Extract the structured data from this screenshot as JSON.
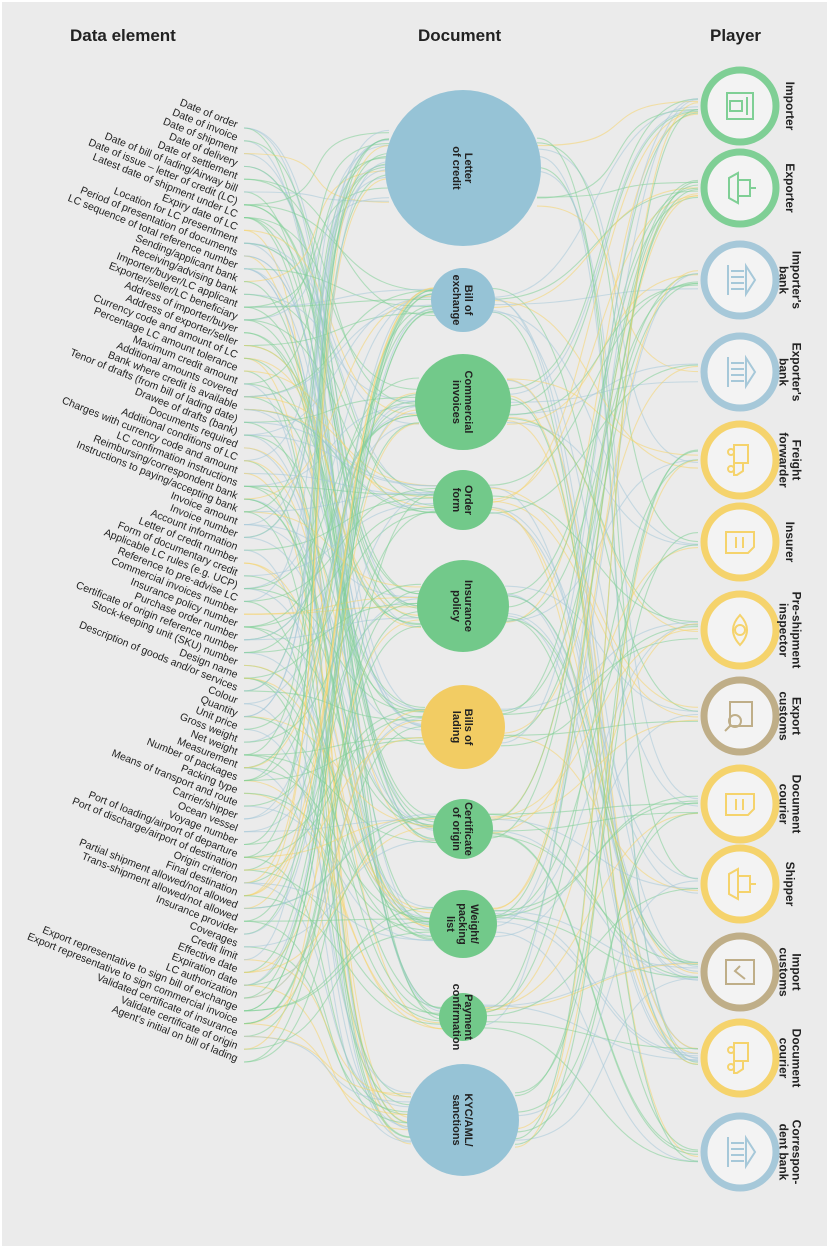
{
  "headers": {
    "data_element": "Data element",
    "document": "Document",
    "player": "Player"
  },
  "colors": {
    "blue": "#a6c8d9",
    "green": "#7fcf95",
    "yellow": "#f5d36c",
    "tan": "#bfae88",
    "node_blue": "#96c3d6",
    "node_green": "#72c98a",
    "node_yellow": "#f2cc63"
  },
  "data_elements": [
    "Date of order",
    "Date of invoice",
    "Date of shipment",
    "Date of delivery",
    "Date of settlement",
    "Date of bill of lading/Airway bill",
    "Date of issue – letter of credit (LC)",
    "Latest date of shipment under LC",
    "Expiry date of LC",
    "Location for LC presentment",
    "Period of presentation of documents",
    "LC sequence of total reference number",
    "Sending/applicant bank",
    "Receiving/advising bank",
    "Importer/buyer/LC applicant",
    "Exporter/seller/LC beneficiary",
    "Address of importer/buyer",
    "Address of exporter/seller",
    "Currency code and amount of LC",
    "Percentage LC amount tolerance",
    "Maximum credit amount",
    "Additional amounts covered",
    "Bank where credit is available",
    "Tenor of drafts (from bill of lading date)",
    "Drawee of drafts (bank)",
    "Documents required",
    "Additional conditions of LC",
    "Charges with currency code and amount",
    "LC confirmation instructions",
    "Reimbursing/correspondent bank",
    "Instructions to paying/accepting bank",
    "Invoice amount",
    "Invoice number",
    "Account information",
    "Letter of credit number",
    "Form of documentary credit",
    "Applicable LC rules (e.g. UCP)",
    "Reference to pre-advise LC",
    "Commercial invoices number",
    "Insurance policy number",
    "Purchase order number",
    "Certificate of origin reference number",
    "Stock-keeping unit (SKU) number",
    "Design name",
    "Description of goods and/or services",
    "Colour",
    "Quantity",
    "Unit price",
    "Gross weight",
    "Net weight",
    "Measurement",
    "Number of packages",
    "Packing type",
    "Means of transport and route",
    "Carrier/shipper",
    "Ocean vessel",
    "Voyage number",
    "Port of loading/airport of departure",
    "Port of discharge/airport of destination",
    "Origin criterion",
    "Final destination",
    "Partial shipment allowed/not allowed",
    "Trans-shipment allowed/not allowed",
    "Insurance provider",
    "Coverages",
    "Credit limit",
    "Effective date",
    "Expiration date",
    "LC authorization",
    "Export representative to sign bill of exchange",
    "Export representative to sign commercial invoice",
    "Validated certificate of insurance",
    "Validate certificate of origin",
    "Agent's initial on bill of lading"
  ],
  "documents": [
    {
      "label": [
        "Letter",
        "of credit"
      ],
      "color": "#96c3d6",
      "size": 3
    },
    {
      "label": [
        "Bill of",
        "exchange"
      ],
      "color": "#96c3d6",
      "size": 1
    },
    {
      "label": [
        "Commercial",
        "invoices"
      ],
      "color": "#72c98a",
      "size": 2
    },
    {
      "label": [
        "Order",
        "form"
      ],
      "color": "#72c98a",
      "size": 1
    },
    {
      "label": [
        "Insurance",
        "policy"
      ],
      "color": "#72c98a",
      "size": 2
    },
    {
      "label": [
        "Bills of",
        "lading"
      ],
      "color": "#f2cc63",
      "size": 2
    },
    {
      "label": [
        "Certificate",
        "of origin"
      ],
      "color": "#72c98a",
      "size": 1
    },
    {
      "label": [
        "Weight/",
        "packing",
        "list"
      ],
      "color": "#72c98a",
      "size": 1
    },
    {
      "label": [
        "Payment",
        "confirmation"
      ],
      "color": "#72c98a",
      "size": 0
    },
    {
      "label": [
        "KYC/AML/",
        "sanctions"
      ],
      "color": "#96c3d6",
      "size": 2
    }
  ],
  "players": [
    {
      "label": [
        "Importer"
      ],
      "color": "#7fcf95",
      "icon": "importer-building-icon"
    },
    {
      "label": [
        "Exporter"
      ],
      "color": "#7fcf95",
      "icon": "exporter-ship-icon"
    },
    {
      "label": [
        "Importer's",
        "bank"
      ],
      "color": "#a6c8d9",
      "icon": "bank-icon"
    },
    {
      "label": [
        "Exporter's",
        "bank"
      ],
      "color": "#a6c8d9",
      "icon": "bank-icon"
    },
    {
      "label": [
        "Freight",
        "forwarder"
      ],
      "color": "#f5d36c",
      "icon": "truck-icon"
    },
    {
      "label": [
        "Insurer"
      ],
      "color": "#f5d36c",
      "icon": "insurance-document-icon"
    },
    {
      "label": [
        "Pre-shipment",
        "inspector"
      ],
      "color": "#f5d36c",
      "icon": "inspection-eye-icon"
    },
    {
      "label": [
        "Export",
        "customs"
      ],
      "color": "#bfae88",
      "icon": "customs-magnifier-icon"
    },
    {
      "label": [
        "Document",
        "courier"
      ],
      "color": "#f5d36c",
      "icon": "courier-document-icon"
    },
    {
      "label": [
        "Shipper"
      ],
      "color": "#f5d36c",
      "icon": "shipper-ship-icon"
    },
    {
      "label": [
        "Import",
        "customs"
      ],
      "color": "#bfae88",
      "icon": "customs-checklist-icon"
    },
    {
      "label": [
        "Document",
        "courier"
      ],
      "color": "#f5d36c",
      "icon": "courier-truck-icon"
    },
    {
      "label": [
        "Correspon-",
        "dent bank"
      ],
      "color": "#a6c8d9",
      "icon": "bank-icon"
    }
  ]
}
